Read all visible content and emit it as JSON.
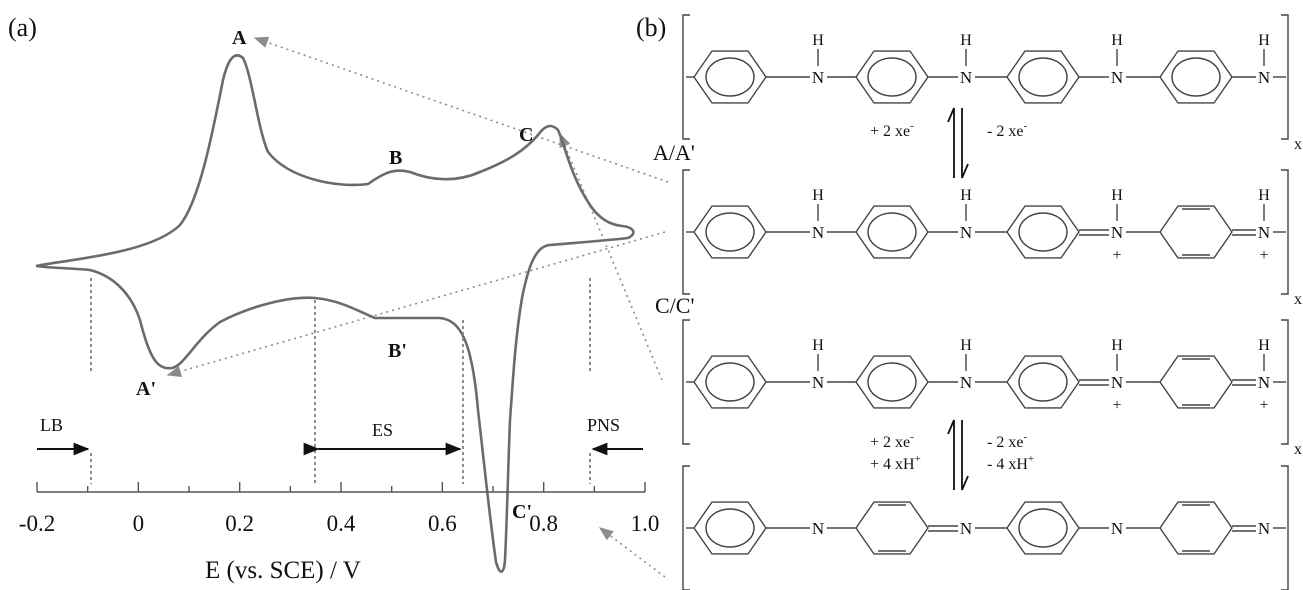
{
  "panel_a": {
    "label": "(a)",
    "peaks": {
      "A": "A",
      "B": "B",
      "C": "C",
      "A_prime": "A'",
      "B_prime": "B'",
      "C_prime": "C'"
    },
    "regions": {
      "LB": "LB",
      "ES": "ES",
      "PNS": "PNS"
    },
    "x_axis": {
      "label": "E (vs. SCE) / V",
      "ticks": [
        "-0.2",
        "0",
        "0.2",
        "0.4",
        "0.6",
        "0.8",
        "1.0"
      ]
    },
    "colors": {
      "curve": "#6b6b6b",
      "guide": "#8a8a8a",
      "arrow": "#8c8c8c"
    }
  },
  "panel_b": {
    "label": "(b)",
    "transitions": {
      "AA": "A/A'",
      "CC": "C/C'"
    },
    "step1": {
      "forward": "+ 2 xe",
      "back": "- 2 xe"
    },
    "step2": {
      "forward1": "+ 2 xe",
      "forward2": "+ 4 xH",
      "back1": "- 2 xe",
      "back2": "- 4 xH"
    },
    "atoms": {
      "N": "N",
      "H": "H",
      "plus": "+"
    },
    "subscript": "x",
    "colors": {
      "bond": "#444444"
    }
  }
}
